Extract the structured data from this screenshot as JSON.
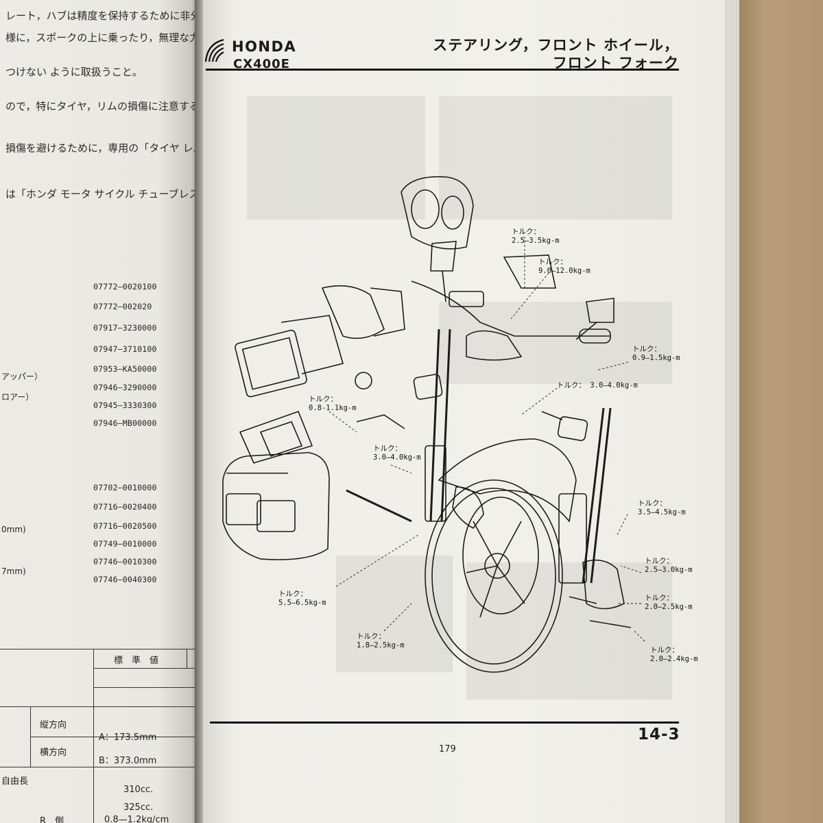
{
  "left_page": {
    "text_lines": [
      "レート，ハブは精度を保持するために非分解式で",
      "様に，スポークの上に乗ったり，無理な力がかかったり",
      "つけない ように取扱うこと。",
      "ので，特にタイヤ，リムの損傷に注意すること。",
      "損傷を避けるために，専用の「タイヤ レバー」を使",
      "は「ホンダ モータ サイクル チューブレス タイヤ"
    ],
    "tool_labels": [
      "アッパー）",
      "ロアー）",
      "0mm)",
      "7mm)"
    ],
    "part_numbers": [
      "07772—0020100",
      "07772—002020",
      "07917—3230000",
      "07947—3710100",
      "07953—KA50000",
      "07946—3290000",
      "07945—3330300",
      "07946—MB00000",
      "07702—0010000",
      "07716—0020400",
      "07716—0020500",
      "07749—0010000",
      "07746—0010300",
      "07746—0040300"
    ],
    "spec_table": {
      "header": "標　準　値",
      "row1": "縦方向",
      "row2": "横方向",
      "val_a": "A：173.5mm",
      "val_b": "B：373.0mm",
      "row3": "自由長",
      "val_c": "310cc.",
      "val_d": "325cc.",
      "row4": "R　側",
      "val_e": "0.8—1.2kg/cm"
    }
  },
  "right_page": {
    "brand": "HONDA",
    "model": "CX400E",
    "title_line1": "ステアリング，フロント ホイール，",
    "title_line2": "フロント フォーク",
    "page_number": "179",
    "section_number": "14-3",
    "torque_label": "トルク：",
    "torque_values": [
      "2.5—3.5kg-m",
      "9.0—12.0kg-m",
      "0.9—1.5kg-m",
      "3.0—4.0kg-m",
      "0.8-1.1kg-m",
      "3.0—4.0kg-m",
      "3.5—4.5kg-m",
      "2.5—3.0kg-m",
      "2.0—2.5kg-m",
      "5.5—6.5kg-m",
      "1.8—2.5kg-m",
      "2.0—2.4kg-m"
    ]
  },
  "colors": {
    "paper": "#efeee9",
    "ink": "#111111",
    "background": "#b49a7b"
  }
}
